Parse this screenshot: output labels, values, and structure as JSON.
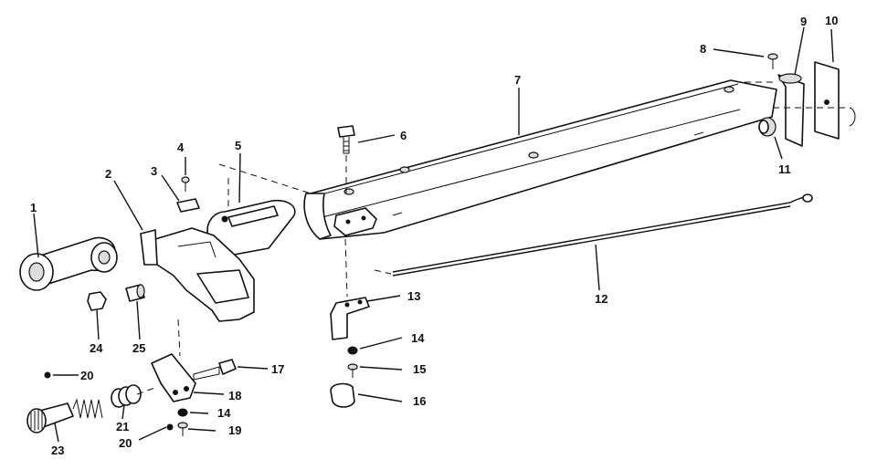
{
  "callouts": {
    "c1": "1",
    "c2": "2",
    "c3": "3",
    "c4": "4",
    "c5": "5",
    "c6": "6",
    "c7": "7",
    "c8": "8",
    "c9": "9",
    "c10": "10",
    "c11": "11",
    "c12": "12",
    "c13": "13",
    "c14a": "14",
    "c14b": "14",
    "c15": "15",
    "c16": "16",
    "c17": "17",
    "c18": "18",
    "c19": "19",
    "c20a": "20",
    "c20b": "20",
    "c21": "21",
    "c23": "23",
    "c24": "24",
    "c25": "25"
  }
}
